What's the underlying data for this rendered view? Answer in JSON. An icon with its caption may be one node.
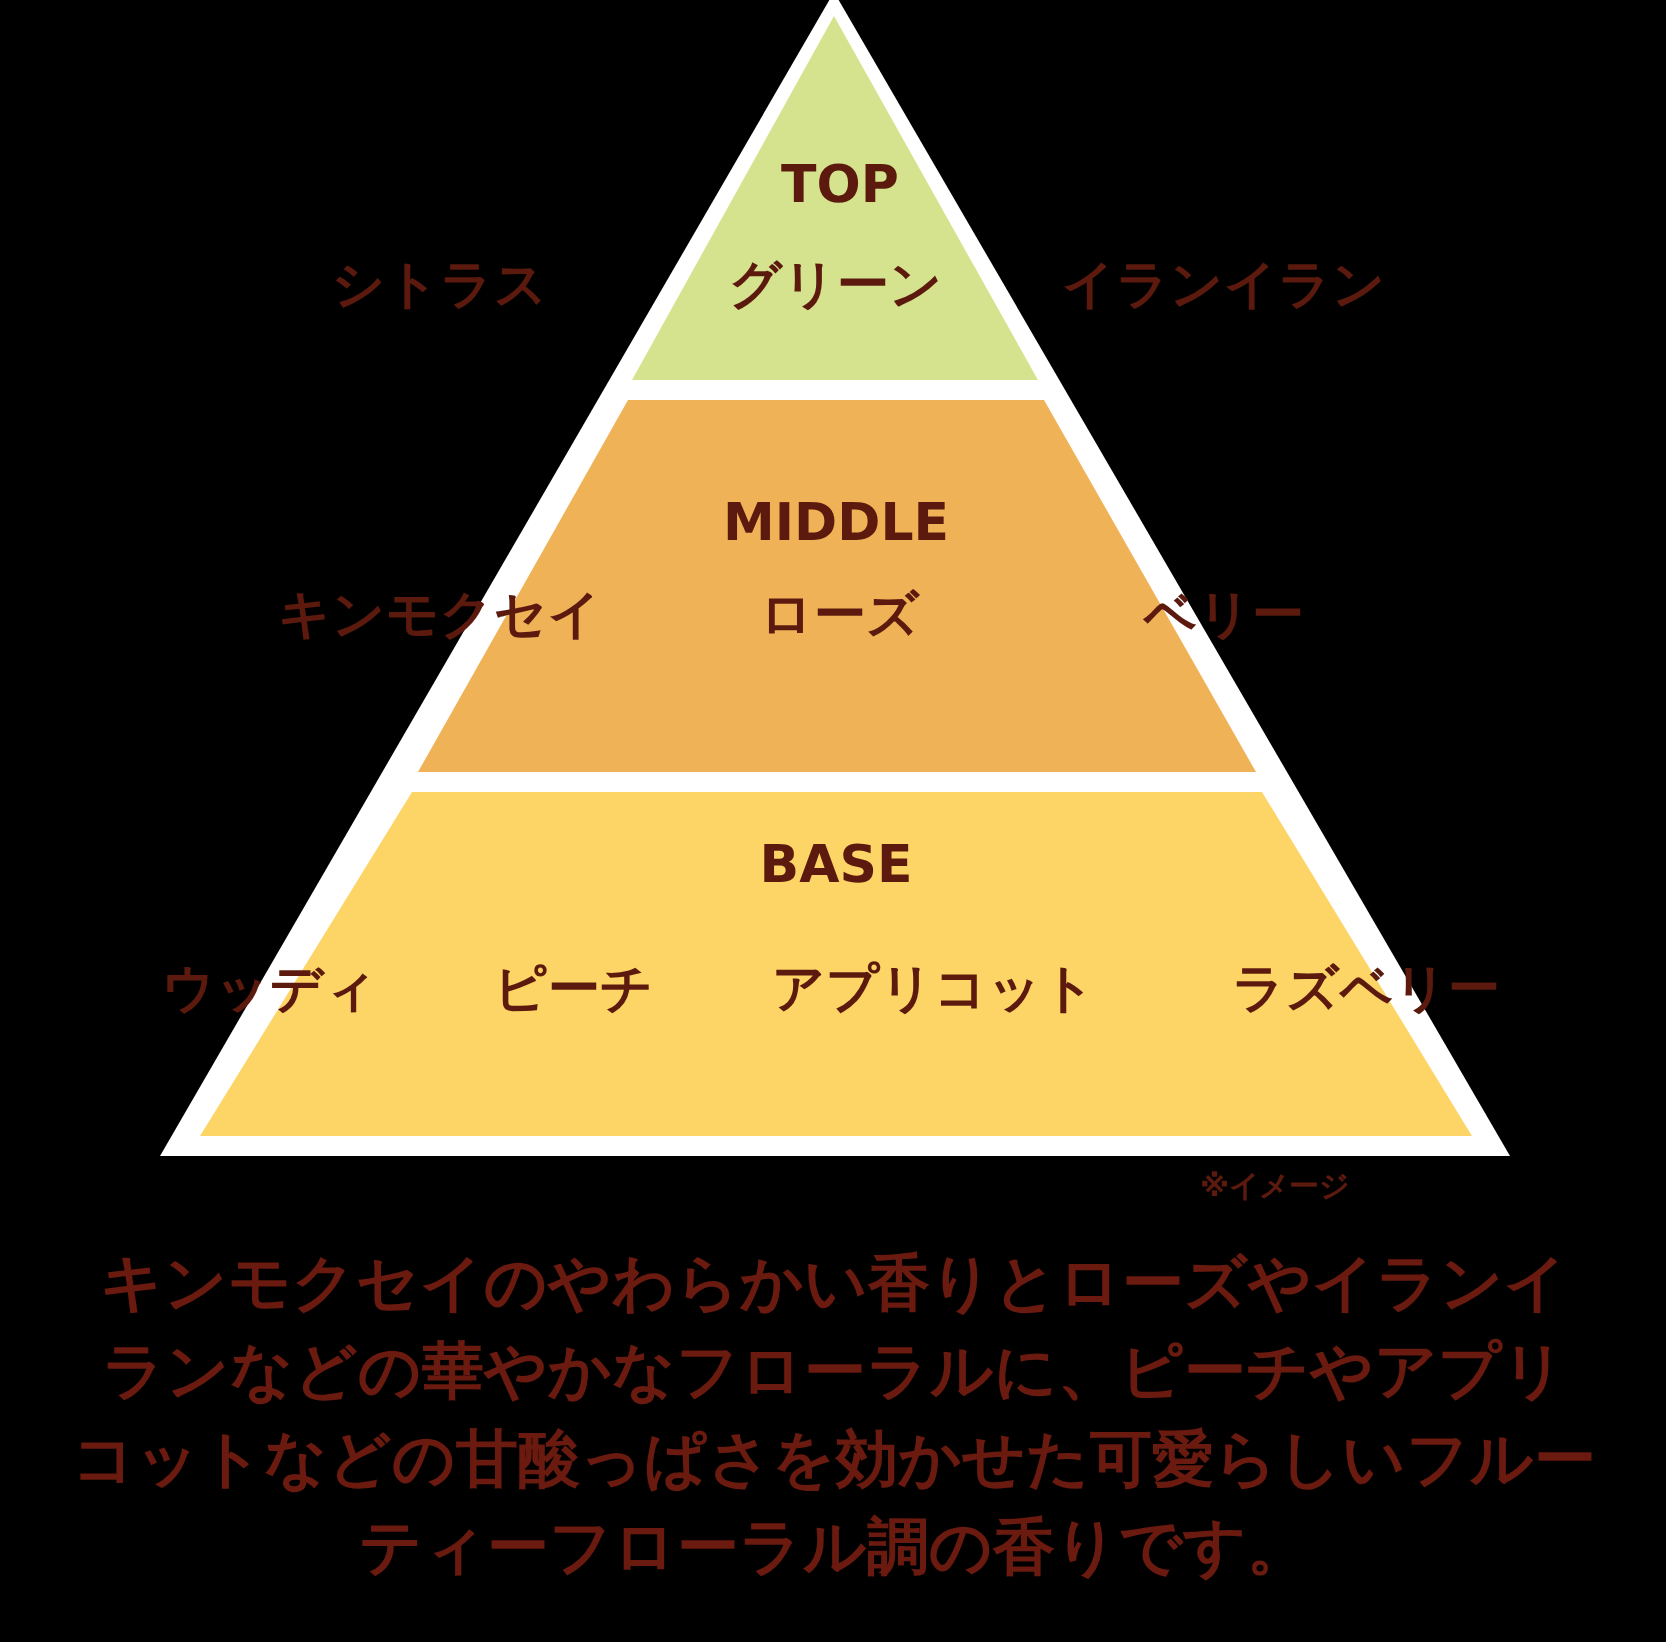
{
  "diagram": {
    "nodes": [
      {
        "text": [
          "TOP",
          "シトラス",
          "グリーン",
          "イランイラン"
        ]
      },
      {
        "text": [
          "MIDDLE",
          "キンモクセイ",
          "ローズ",
          "ベリー"
        ]
      },
      {
        "text": [
          "BASE",
          "ウッディ",
          "ピーチ",
          "アプリコット",
          "ラズベリー"
        ]
      }
    ],
    "labels": [
      "※イメージ",
      "キンモクセイのやわらかい香りとローズやイランイランなどの華やかなフローラルに、ピーチやアプリコットなどの甘酸っぱさを効かせた可愛らしいフルーティーフローラル調の香りです。"
    ]
  }
}
